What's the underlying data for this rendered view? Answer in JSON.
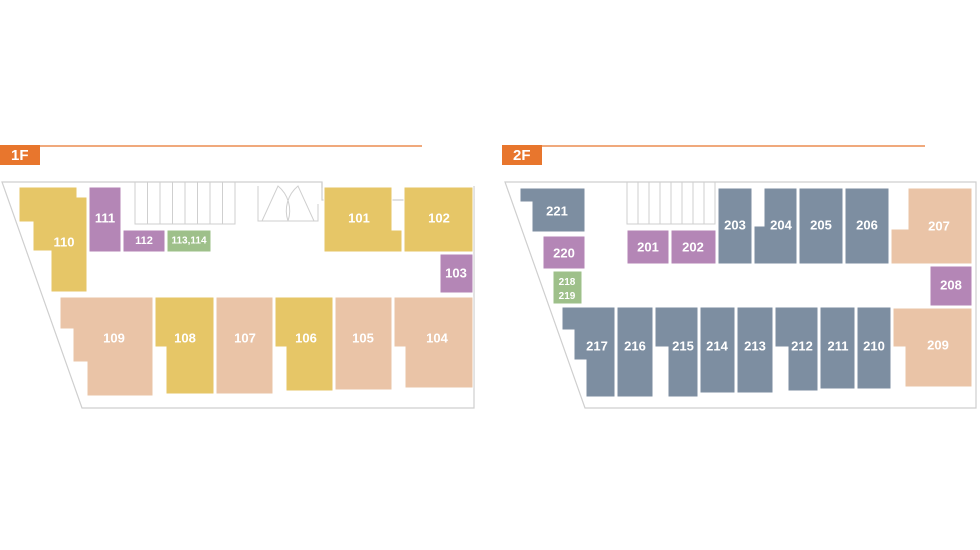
{
  "colors": {
    "accent": "#e8762d",
    "yellow": "#e6c667",
    "peach": "#eac4a7",
    "purple": "#b486b6",
    "green": "#9ec08a",
    "slate": "#7d8ea1"
  },
  "floors": [
    {
      "id": "1f",
      "tag": "1F",
      "rooms": [
        {
          "id": "110",
          "label": "110",
          "color": "yellow"
        },
        {
          "id": "111",
          "label": "111",
          "color": "purple"
        },
        {
          "id": "112",
          "label": "112",
          "color": "purple"
        },
        {
          "id": "113-114",
          "label": "113,114",
          "color": "green"
        },
        {
          "id": "101",
          "label": "101",
          "color": "yellow"
        },
        {
          "id": "102",
          "label": "102",
          "color": "yellow"
        },
        {
          "id": "103",
          "label": "103",
          "color": "purple"
        },
        {
          "id": "109",
          "label": "109",
          "color": "peach"
        },
        {
          "id": "108",
          "label": "108",
          "color": "yellow"
        },
        {
          "id": "107",
          "label": "107",
          "color": "peach"
        },
        {
          "id": "106",
          "label": "106",
          "color": "yellow"
        },
        {
          "id": "105",
          "label": "105",
          "color": "peach"
        },
        {
          "id": "104",
          "label": "104",
          "color": "peach"
        }
      ]
    },
    {
      "id": "2f",
      "tag": "2F",
      "rooms": [
        {
          "id": "221",
          "label": "221",
          "color": "slate"
        },
        {
          "id": "220",
          "label": "220",
          "color": "purple"
        },
        {
          "id": "218-219",
          "label": "218\n219",
          "color": "green"
        },
        {
          "id": "201",
          "label": "201",
          "color": "purple"
        },
        {
          "id": "202",
          "label": "202",
          "color": "purple"
        },
        {
          "id": "203",
          "label": "203",
          "color": "slate"
        },
        {
          "id": "204",
          "label": "204",
          "color": "slate"
        },
        {
          "id": "205",
          "label": "205",
          "color": "slate"
        },
        {
          "id": "206",
          "label": "206",
          "color": "slate"
        },
        {
          "id": "207",
          "label": "207",
          "color": "peach"
        },
        {
          "id": "208",
          "label": "208",
          "color": "purple"
        },
        {
          "id": "209",
          "label": "209",
          "color": "peach"
        },
        {
          "id": "217",
          "label": "217",
          "color": "slate"
        },
        {
          "id": "216",
          "label": "216",
          "color": "slate"
        },
        {
          "id": "215",
          "label": "215",
          "color": "slate"
        },
        {
          "id": "214",
          "label": "214",
          "color": "slate"
        },
        {
          "id": "213",
          "label": "213",
          "color": "slate"
        },
        {
          "id": "212",
          "label": "212",
          "color": "slate"
        },
        {
          "id": "211",
          "label": "211",
          "color": "slate"
        },
        {
          "id": "210",
          "label": "210",
          "color": "slate"
        }
      ]
    }
  ]
}
